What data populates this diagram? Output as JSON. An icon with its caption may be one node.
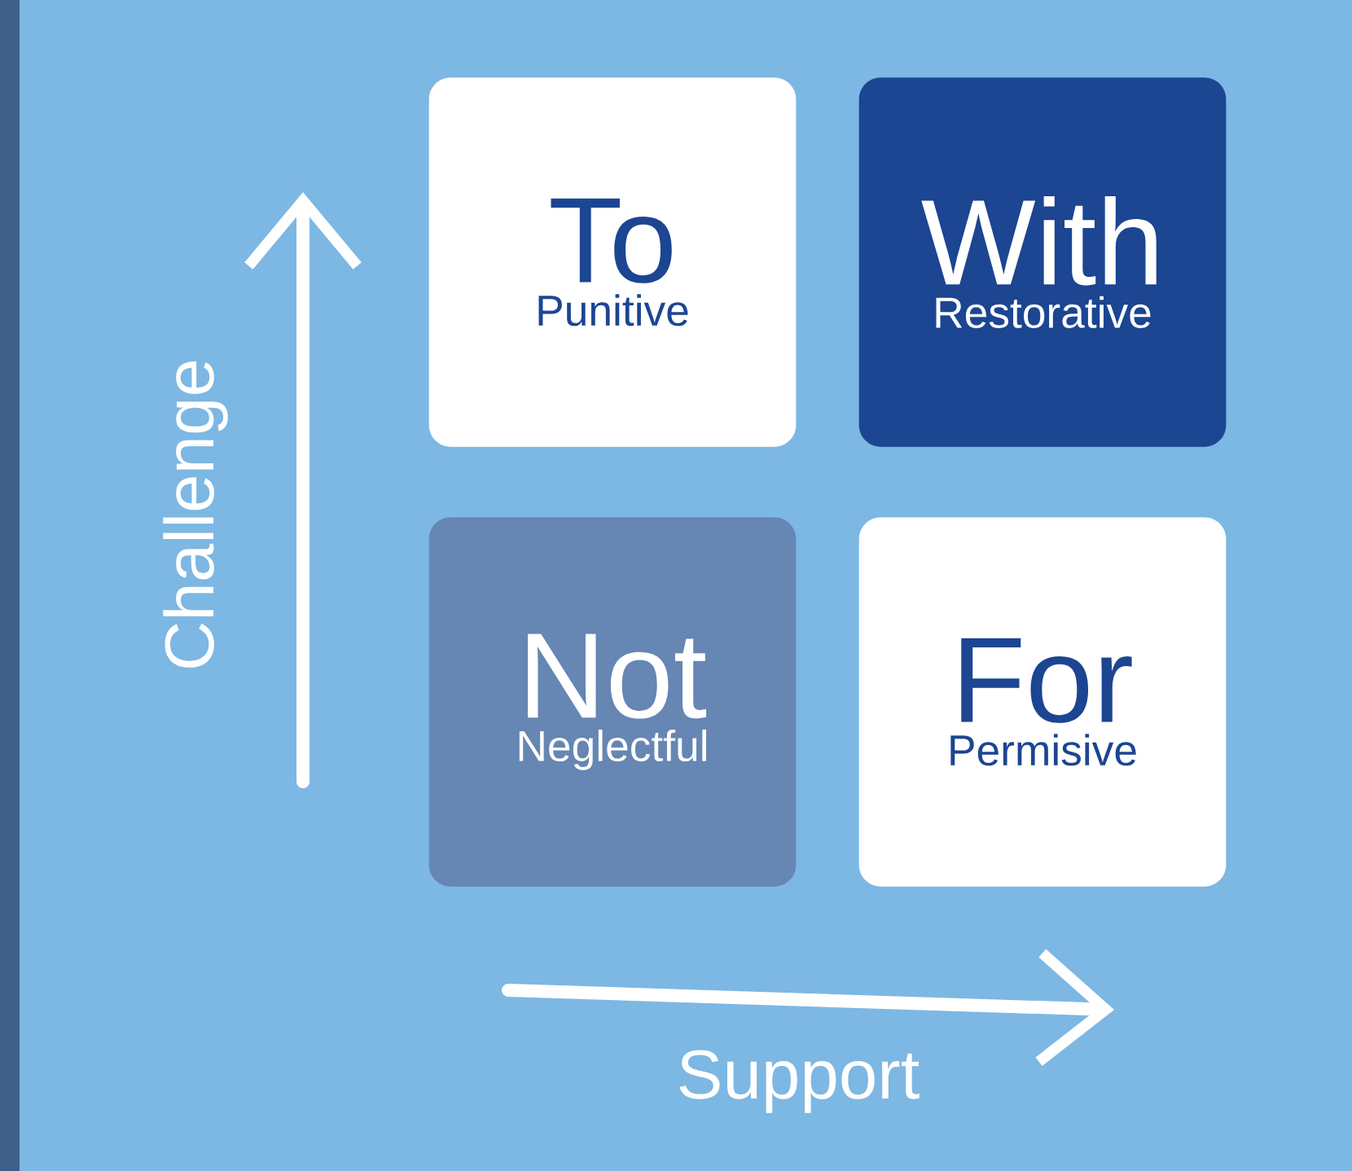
{
  "diagram": {
    "nodes": [
      {
        "text": [
          "To",
          "Punitive"
        ]
      },
      {
        "text": [
          "With",
          "Restorative"
        ]
      },
      {
        "text": [
          "Not",
          "Neglectful"
        ]
      },
      {
        "text": [
          "For",
          "Permisive"
        ]
      }
    ],
    "labels": [
      "Challenge",
      "Support"
    ]
  }
}
